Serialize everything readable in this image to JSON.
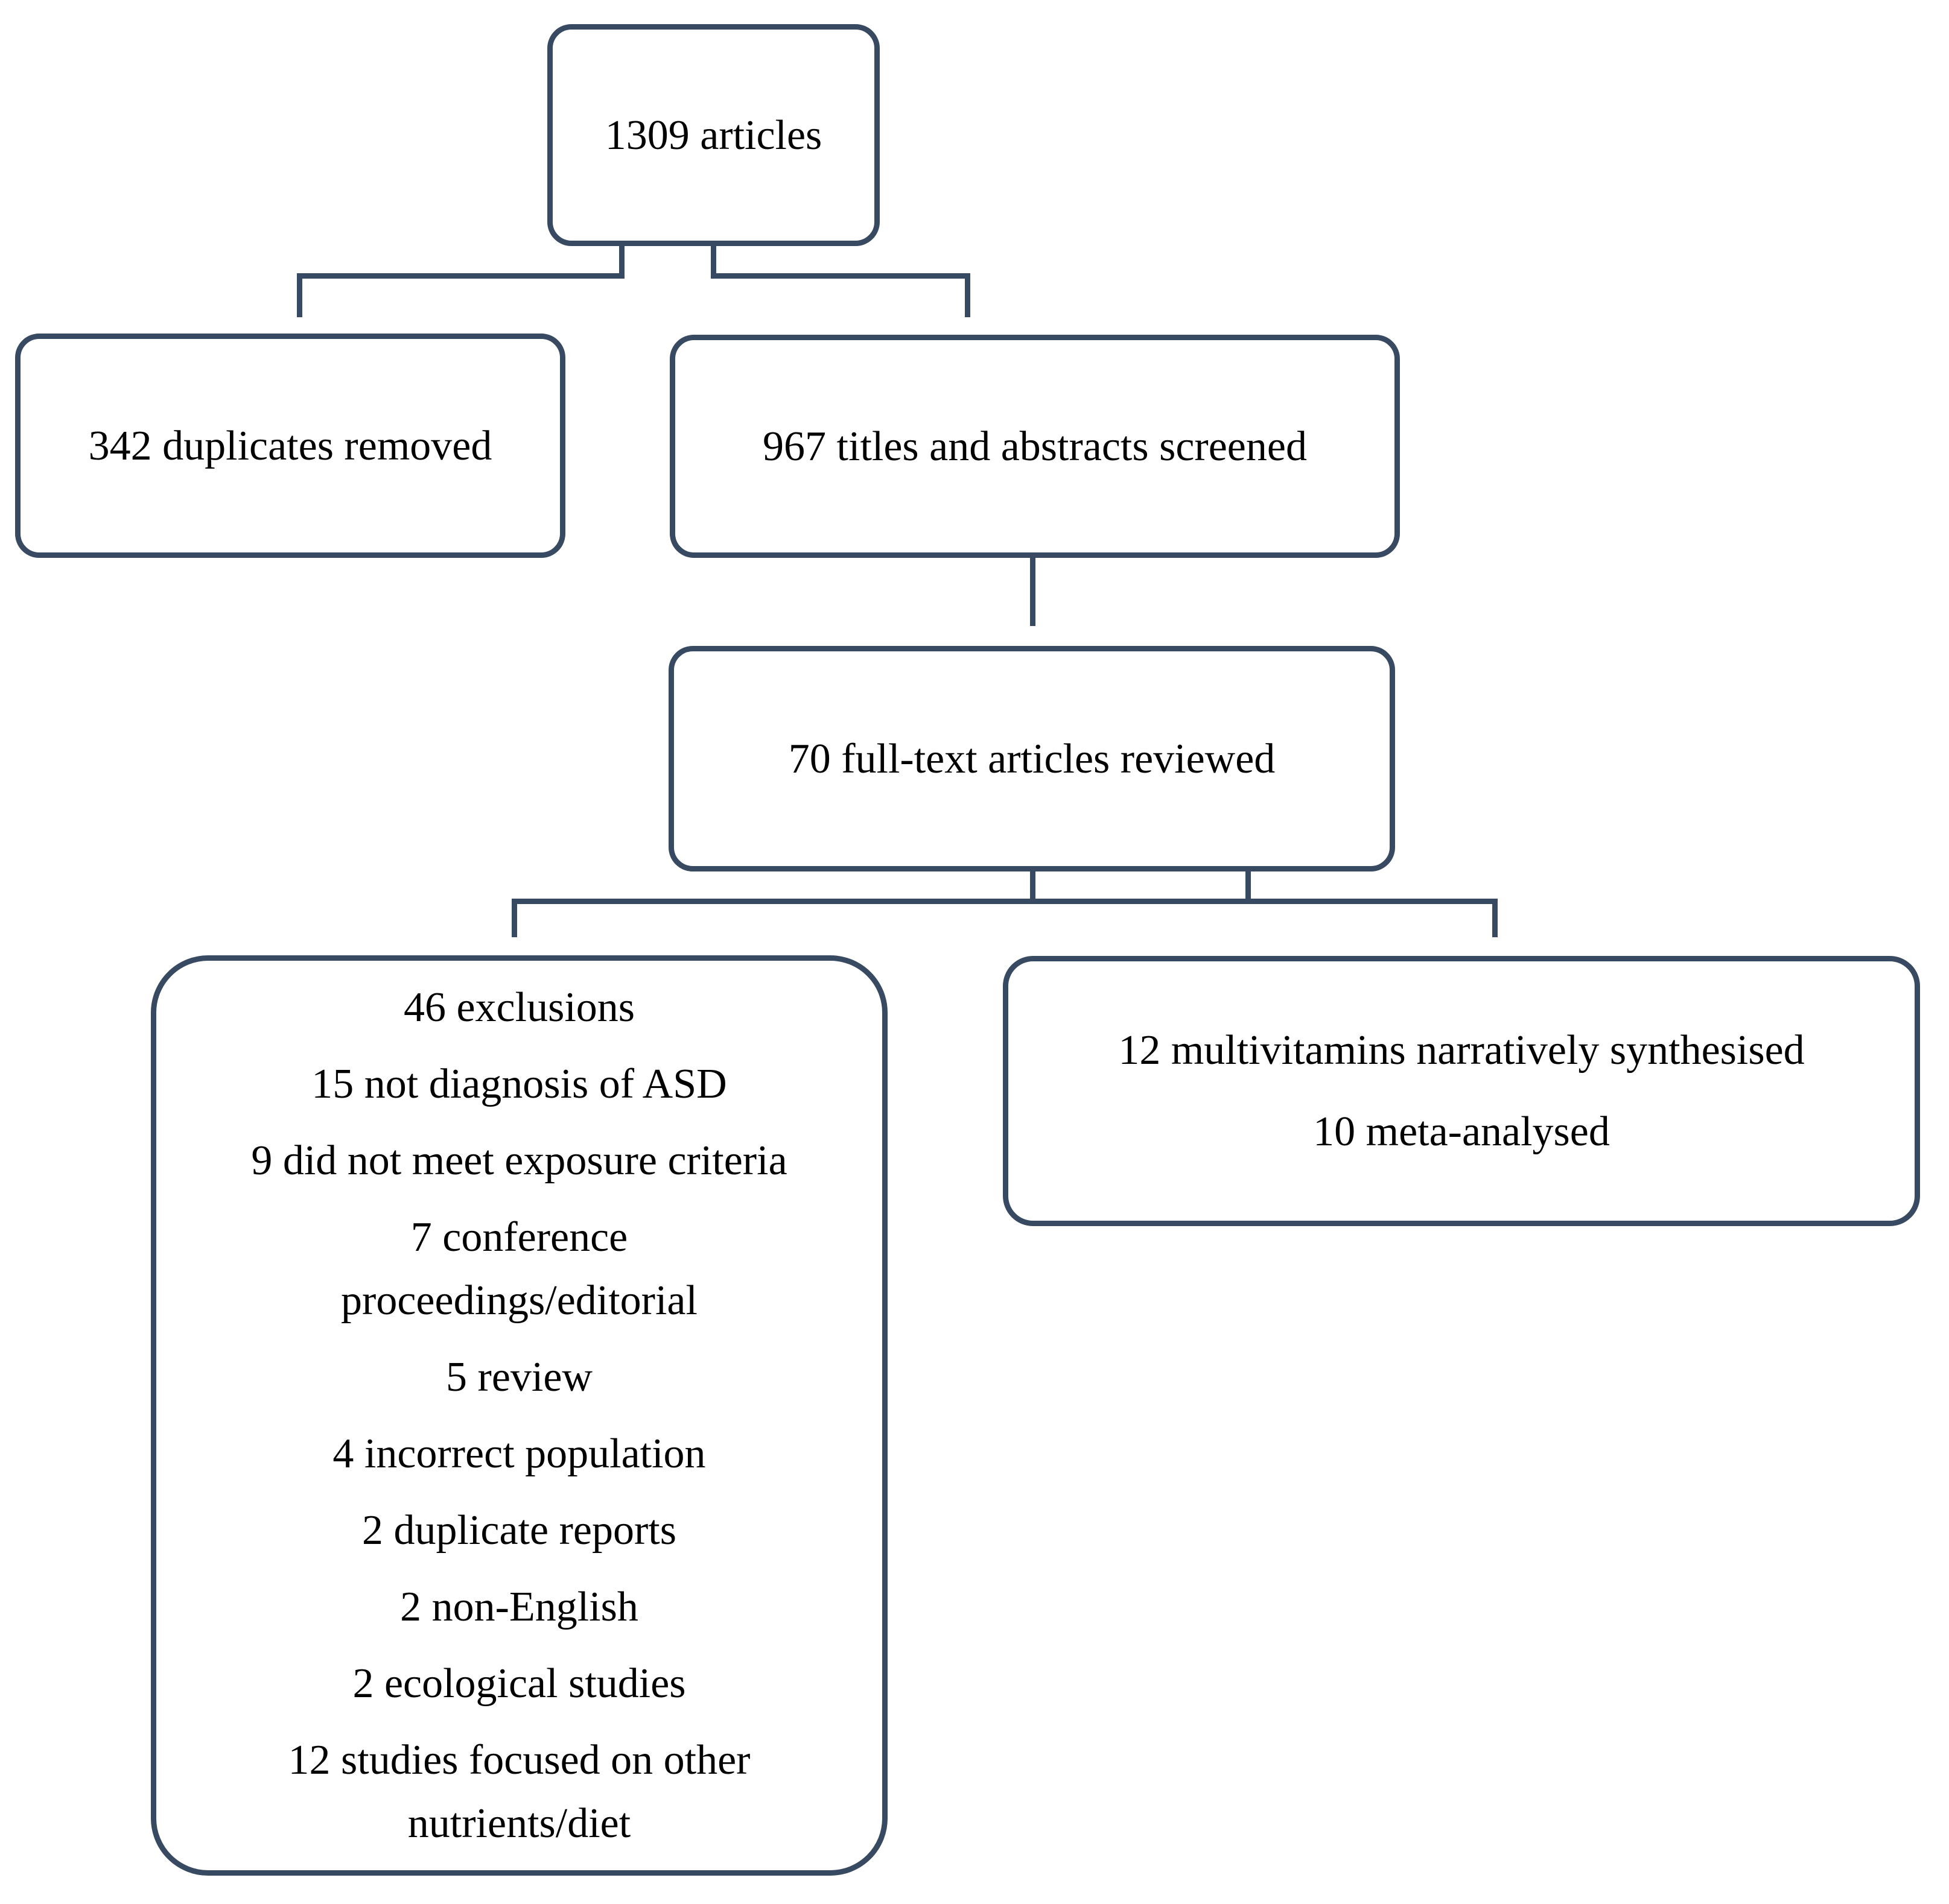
{
  "diagram": {
    "colors": {
      "line": "#384a61",
      "text": "#000000",
      "background": "#ffffff"
    },
    "nodes": {
      "articles": {
        "label": "1309 articles"
      },
      "duplicates": {
        "label": "342 duplicates removed"
      },
      "screened": {
        "label": "967 titles and abstracts screened"
      },
      "fulltext": {
        "label": "70 full-text articles reviewed"
      },
      "exclusions": {
        "items": [
          "46 exclusions",
          "15 not diagnosis of ASD",
          "9 did not meet exposure criteria",
          "7 conference proceedings/editorial",
          "5 review",
          "4 incorrect population",
          "2 duplicate reports",
          "2 non-English",
          "2 ecological studies",
          "12 studies focused on other nutrients/diet"
        ]
      },
      "synthesis": {
        "items": [
          "12 multivitamins narratively synthesised",
          "10 meta-analysed"
        ]
      }
    }
  }
}
